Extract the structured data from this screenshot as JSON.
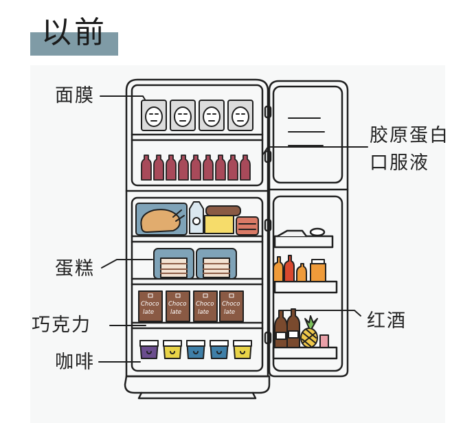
{
  "title": "以前",
  "labels": {
    "mask": "面膜",
    "collagen_line1": "胶原蛋白",
    "collagen_line2": "口服液",
    "cake": "蛋糕",
    "chocolate": "巧克力",
    "wine": "红酒",
    "coffee": "咖啡"
  },
  "chocolate_box_text": [
    "Choco",
    "late"
  ],
  "colors": {
    "title_bar": "#7f9ba6",
    "outline": "#1f1f1f",
    "bottle_red": "#a84a5a",
    "cake_blue": "#7fa3b8",
    "chocolate_brown": "#8a5a44",
    "cheese_yellow": "#f6dc6a",
    "chicken": "#e1ac6e",
    "cup_purple": "#6b4d8e",
    "cup_yellow": "#e8d348",
    "cup_blue": "#3f7fa8",
    "wine_brown": "#7a4a2e",
    "pineapple": "#f0c84a",
    "sauce_red": "#d9492f",
    "sauce_orange": "#ef9b3a",
    "mask_gray": "#dcdcdc"
  }
}
